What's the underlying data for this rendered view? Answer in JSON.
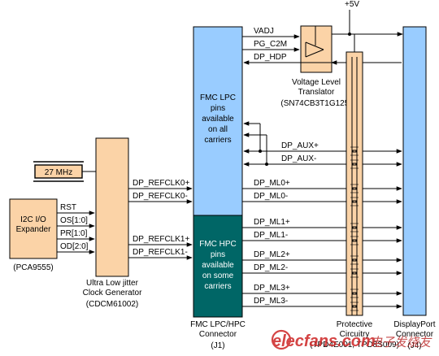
{
  "supply": "+5V",
  "crystal": "27 MHz",
  "expander": {
    "name": "I2C I/O Expander",
    "name_line1": "I2C I/O",
    "name_line2": "Expander",
    "part": "(PCA9555)",
    "signals": [
      "RST",
      "OS[1:0]",
      "PR[1:0]",
      "OD[2:0]"
    ]
  },
  "clock_gen": {
    "line1": "Ultra Low jitter",
    "line2": "Clock Generator",
    "part": "(CDCM61002)"
  },
  "refclk_signals": [
    "DP_REFCLK0+",
    "DP_REFCLK0-",
    "DP_REFCLK1+",
    "DP_REFCLK1-"
  ],
  "fmc": {
    "lpc_text": [
      "FMC LPC",
      "pins",
      "available",
      "on all",
      "carriers"
    ],
    "hpc_text": [
      "FMC HPC",
      "pins",
      "available",
      "on some",
      "carriers"
    ],
    "caption_line1": "FMC LPC/HPC",
    "caption_line2": "Connector",
    "ref": "(J1)"
  },
  "translator": {
    "line1": "Voltage Level",
    "line2": "Translator",
    "part": "(SN74CB3T1G125)"
  },
  "translator_signals": [
    "VADJ",
    "PG_C2M",
    "DP_HDP"
  ],
  "main_signals": [
    "DP_AUX+",
    "DP_AUX-",
    "DP_ML0+",
    "DP_ML0-",
    "DP_ML1+",
    "DP_ML1-",
    "DP_ML2+",
    "DP_ML2-",
    "DP_ML3+",
    "DP_ML3-"
  ],
  "protective": {
    "line1": "Protective",
    "line2": "Circuitry",
    "part": "(TPD4E001, TPD8S009)"
  },
  "displayport": {
    "line1": "DisplayPort",
    "line2": "Connector",
    "ref": "(J4)"
  },
  "watermark": {
    "site": "elecfans.com",
    "cn": "电子发烧友"
  },
  "colors": {
    "peach": "#fbd3a7",
    "light_blue": "#99ccff",
    "teal": "#006666",
    "line": "#000000"
  }
}
